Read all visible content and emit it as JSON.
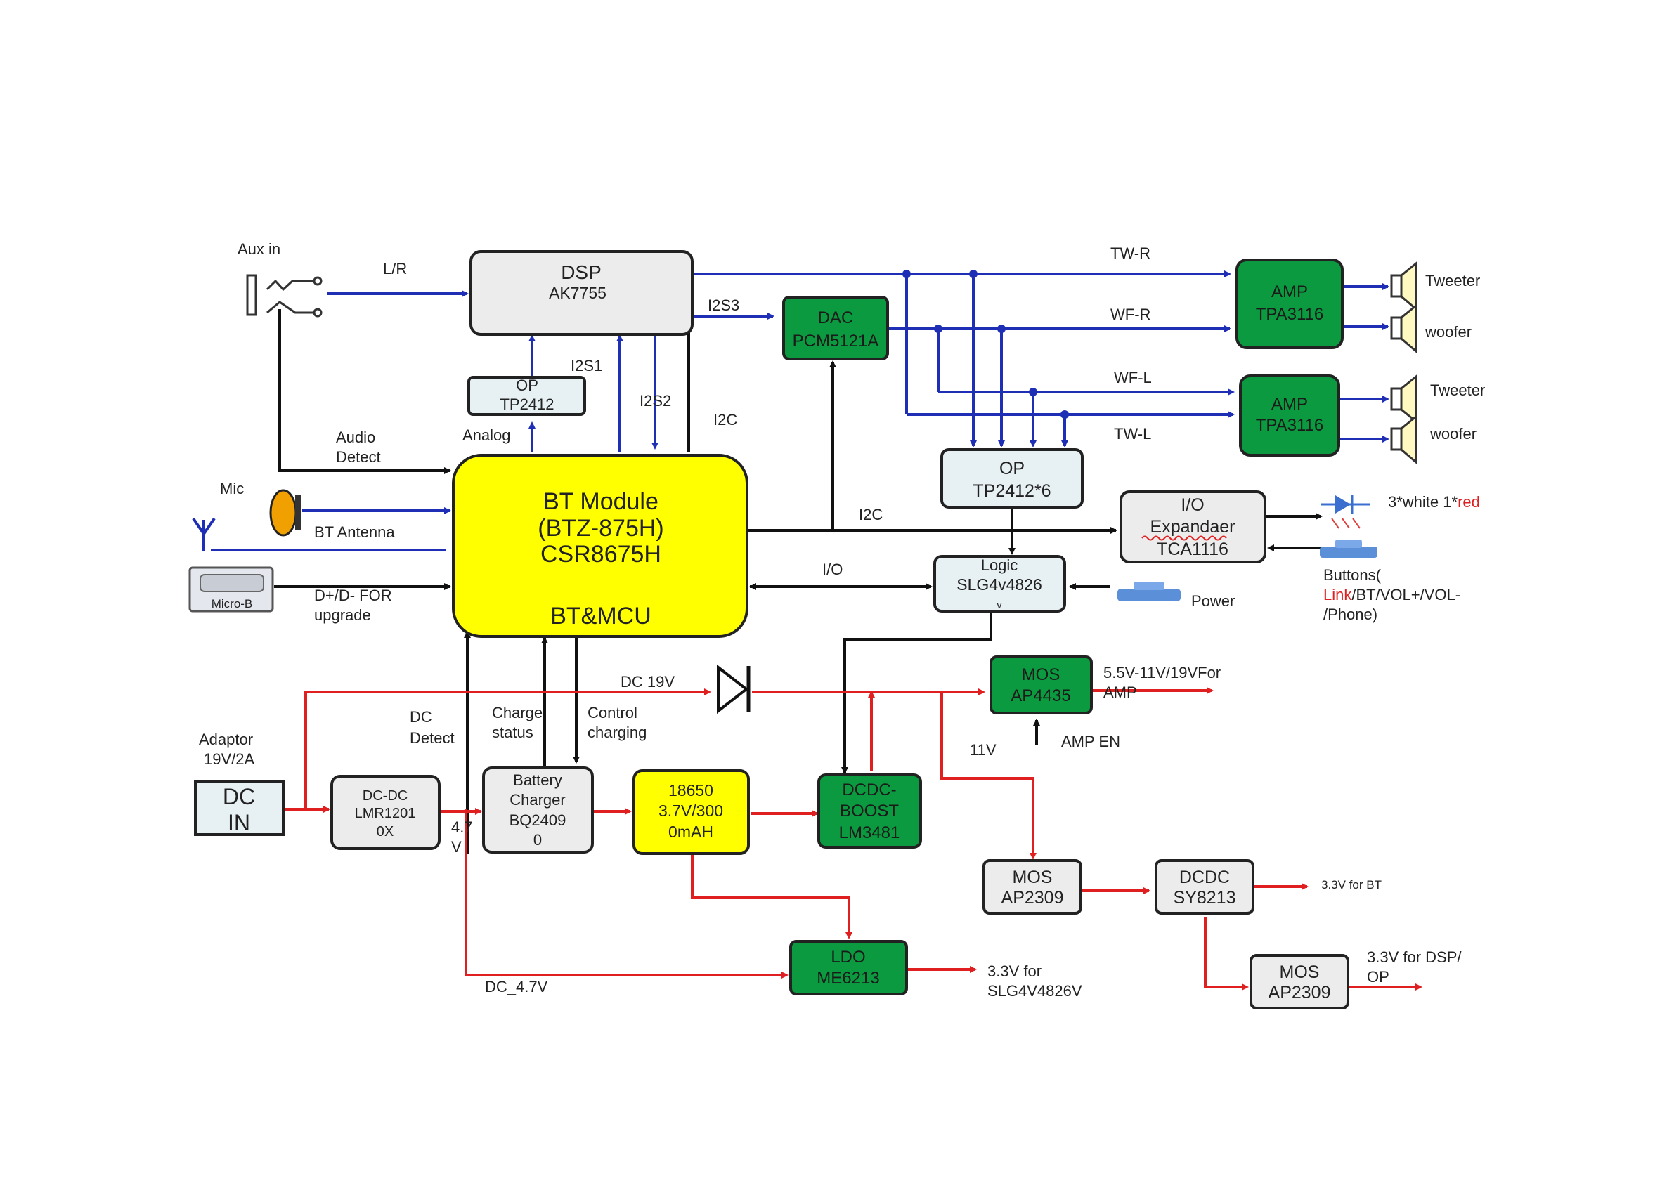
{
  "blocks": {
    "dsp": [
      "DSP",
      "AK7755"
    ],
    "dac": [
      "DAC",
      "PCM5121A"
    ],
    "amp1": [
      "AMP",
      "TPA3116"
    ],
    "amp2": [
      "AMP",
      "TPA3116"
    ],
    "op_tp2412": [
      "OP",
      "TP2412"
    ],
    "op_tp2412x6": [
      "OP",
      "TP2412*6"
    ],
    "bt_module": [
      "BT Module",
      "(BTZ-875H)",
      "CSR8675H",
      "BT&MCU"
    ],
    "io_expander": [
      "I/O",
      "Expandaer",
      "TCA1116"
    ],
    "logic": [
      "Logic",
      "SLG4v4826",
      "v"
    ],
    "mos_ap4435": [
      "MOS",
      "AP4435"
    ],
    "dc_in": [
      "DC",
      "IN"
    ],
    "dcdc_lmr": [
      "DC-DC",
      "LMR1201",
      "0X"
    ],
    "battery_charger": [
      "Battery",
      "Charger",
      "BQ2409",
      "0"
    ],
    "battery_18650": [
      "18650",
      "3.7V/300",
      "0mAH"
    ],
    "dcdc_boost": [
      "DCDC-",
      "BOOST",
      "LM3481"
    ],
    "ldo": [
      "LDO",
      "ME6213"
    ],
    "mos_ap2309_a": [
      "MOS",
      "AP2309"
    ],
    "dcdc_sy8213": [
      "DCDC",
      "SY8213"
    ],
    "mos_ap2309_b": [
      "MOS",
      "AP2309"
    ]
  },
  "labels": {
    "aux_in": "Aux in",
    "lr": "L/R",
    "audio_detect": [
      "Audio",
      "Detect"
    ],
    "mic": "Mic",
    "bt_antenna": "BT Antenna",
    "micro_b": "Micro-B",
    "usb_upgrade": [
      "D+/D- FOR",
      "upgrade"
    ],
    "i2s1": "I2S1",
    "i2s2": "I2S2",
    "i2s3": "I2S3",
    "i2c_top": "I2C",
    "i2c_mid": "I2C",
    "analog": "Analog",
    "io": "I/O",
    "tw_r": "TW-R",
    "wf_r": "WF-R",
    "wf_l": "WF-L",
    "tw_l": "TW-L",
    "tweeter1": "Tweeter",
    "woofer1": "woofer",
    "tweeter2": "Tweeter",
    "woofer2": "woofer",
    "leds": "3*white  1*",
    "leds_red": "red",
    "buttons_1": "Buttons(",
    "buttons_link": "Link",
    "buttons_2": "/BT/VOL+/VOL-",
    "buttons_3": "/Phone)",
    "power": "Power",
    "dc_19v": "DC  19V",
    "dc_detect": [
      "DC",
      "Detect"
    ],
    "charge_status": [
      "Charge",
      "status"
    ],
    "control_charging": [
      "Control",
      "charging"
    ],
    "adaptor": [
      "Adaptor",
      "19V/2A"
    ],
    "v47": [
      "4.7",
      "V"
    ],
    "amp_out": [
      "5.5V-11V/19VFor",
      "AMP"
    ],
    "v11": "11V",
    "amp_en": "AMP EN",
    "out_bt": "3.3V for BT",
    "out_dsp": [
      "3.3V for DSP/",
      "OP"
    ],
    "out_slg": [
      "3.3V for",
      "SLG4V4826V"
    ],
    "dc_47v": "DC_4.7V"
  },
  "colors": {
    "signal_audio": "#1f2fb5",
    "power_path": "#e02020",
    "control": "#111111",
    "green_block": "#0b9a3f",
    "grey_block": "#ececec",
    "yellow_block": "#ffff00"
  }
}
